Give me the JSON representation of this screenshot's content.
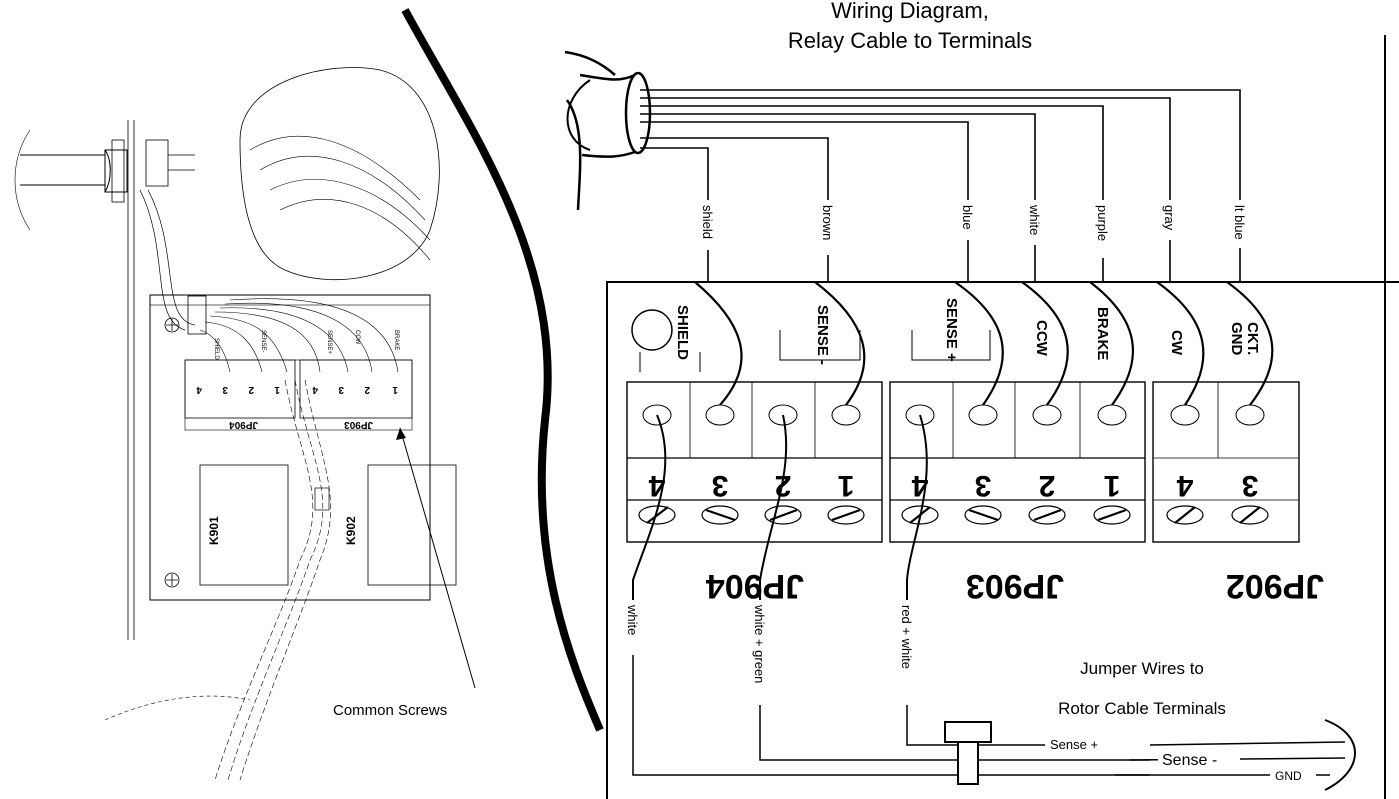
{
  "title": {
    "line1": "Wiring Diagram,",
    "line2": "Relay Cable to Terminals"
  },
  "cable_wires": [
    "shield",
    "brown",
    "blue",
    "white",
    "purple",
    "gray",
    "lt blue"
  ],
  "terminal_labels": [
    "SHIELD",
    "SENSE -",
    "SENSE +",
    "CCW",
    "BRAKE",
    "CW",
    "CKT.",
    "GND"
  ],
  "blocks": {
    "jp904": {
      "name": "JP904",
      "pins": [
        "4",
        "3",
        "2",
        "1"
      ]
    },
    "jp903": {
      "name": "JP903",
      "pins": [
        "4",
        "3",
        "2",
        "1"
      ]
    },
    "jp902": {
      "name": "JP902",
      "pins": [
        "4",
        "3"
      ]
    }
  },
  "jumper_wires": [
    "white",
    "white + green",
    "red + white"
  ],
  "jumper_note": {
    "line1": "Jumper Wires to",
    "line2": "Rotor Cable Terminals"
  },
  "rotor_wires": [
    "Sense +",
    "Sense -",
    "GND"
  ],
  "overview": {
    "relays": [
      "K901",
      "K902"
    ],
    "jp904": "JP904",
    "jp903": "JP903",
    "pin_numbers": [
      "4",
      "3",
      "2",
      "1",
      "4",
      "3",
      "2",
      "1"
    ],
    "tiny_labels": [
      "SHIELD",
      "SENSE-",
      "SENSE+",
      "CCW",
      "BRAKE"
    ],
    "callout": "Common Screws"
  }
}
